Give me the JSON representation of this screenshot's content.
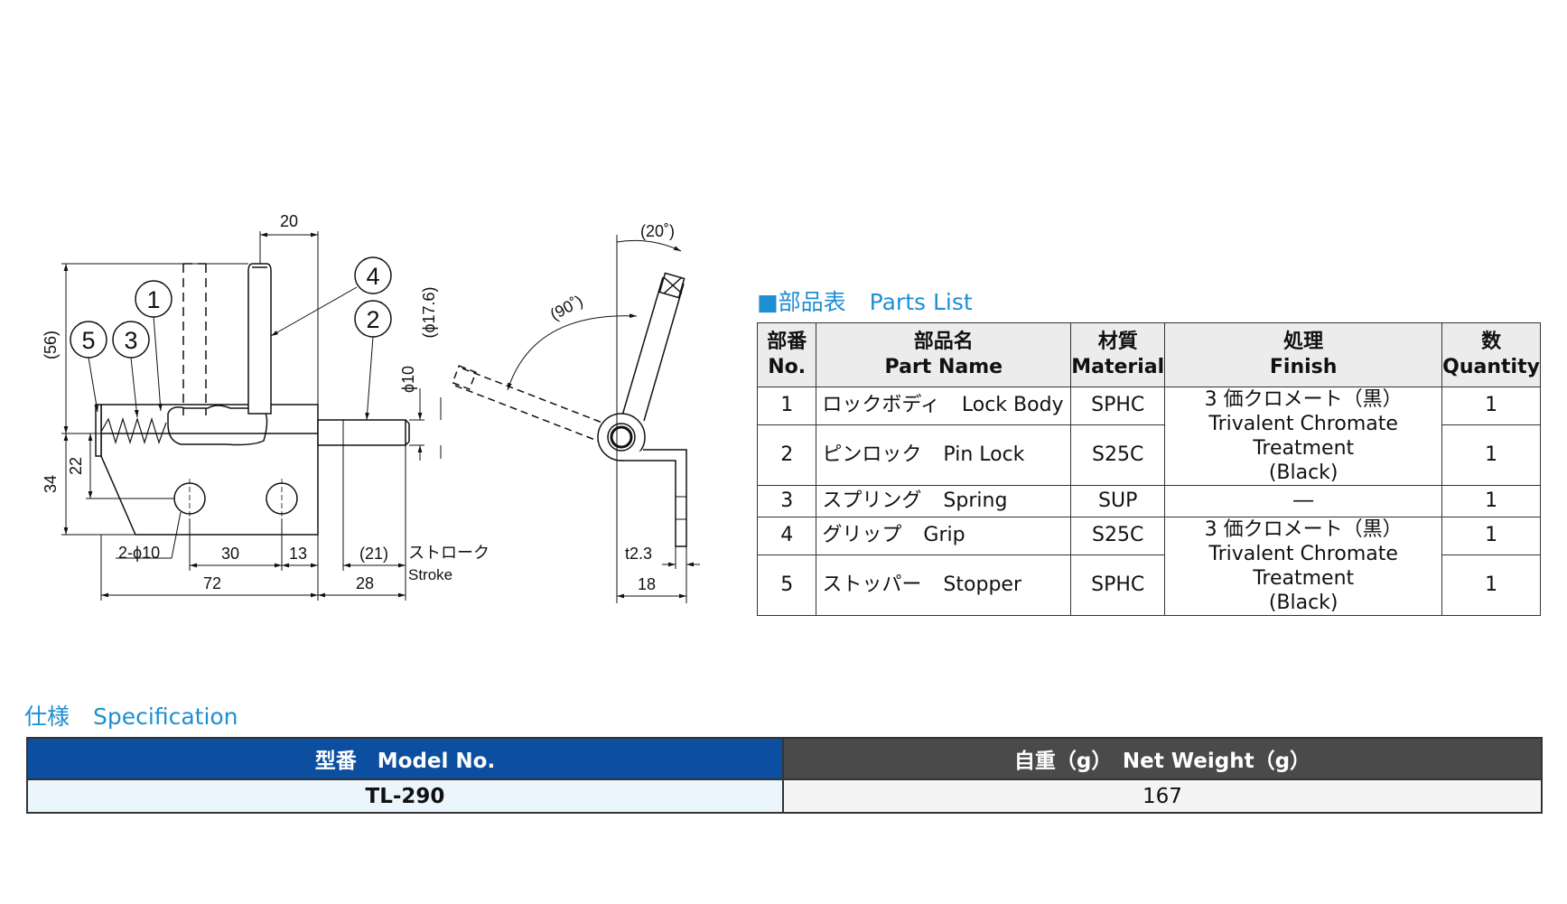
{
  "drawing": {
    "callouts": [
      "1",
      "2",
      "3",
      "4",
      "5"
    ],
    "dimensions": {
      "top_width": "20",
      "overall_height": "(56)",
      "body_height": "34",
      "hole_height": "22",
      "pin_dia": "ϕ10",
      "grip_dia": "(ϕ17.6)",
      "holes": "2-ϕ10",
      "hole_pitch": "30",
      "hole_edge": "13",
      "body_length": "72",
      "pin_length": "28",
      "stroke_value": "(21)",
      "stroke_jp": "ストローク",
      "stroke_en": "Stroke",
      "angle_small": "(20˚)",
      "angle_large": "(90˚)",
      "thickness": "t2.3",
      "side_width": "18"
    }
  },
  "parts_list": {
    "title_square": "■",
    "title_jp": "部品表",
    "title_en": "Parts List",
    "headers": {
      "no_jp": "部番",
      "no_en": "No.",
      "name_jp": "部品名",
      "name_en": "Part Name",
      "material_jp": "材質",
      "material_en": "Material",
      "finish_jp": "処理",
      "finish_en": "Finish",
      "qty_jp": "数",
      "qty_en": "Quantity"
    },
    "rows": [
      {
        "no": "1",
        "name_jp": "ロックボディ",
        "name_en": "Lock Body",
        "material": "SPHC",
        "qty": "1"
      },
      {
        "no": "2",
        "name_jp": "ピンロック",
        "name_en": "Pin Lock",
        "material": "S25C",
        "qty": "1"
      },
      {
        "no": "3",
        "name_jp": "スプリング",
        "name_en": "Spring",
        "material": "SUP",
        "qty": "1"
      },
      {
        "no": "4",
        "name_jp": "グリップ",
        "name_en": "Grip",
        "material": "S25C",
        "qty": "1"
      },
      {
        "no": "5",
        "name_jp": "ストッパー",
        "name_en": "Stopper",
        "material": "SPHC",
        "qty": "1"
      }
    ],
    "finish_groups": [
      {
        "line1": "3 価クロメート（黒）",
        "line2": "Trivalent Chromate Treatment",
        "line3": "(Black)"
      },
      {
        "dash": "―"
      },
      {
        "line1": "3 価クロメート（黒）",
        "line2": "Trivalent Chromate Treatment",
        "line3": "(Black)"
      }
    ]
  },
  "specification": {
    "title_jp": "仕様",
    "title_en": "Specification",
    "header_model": "型番　Model No.",
    "header_weight": "自重（g）　Net Weight（g）",
    "model": "TL-290",
    "weight": "167"
  }
}
